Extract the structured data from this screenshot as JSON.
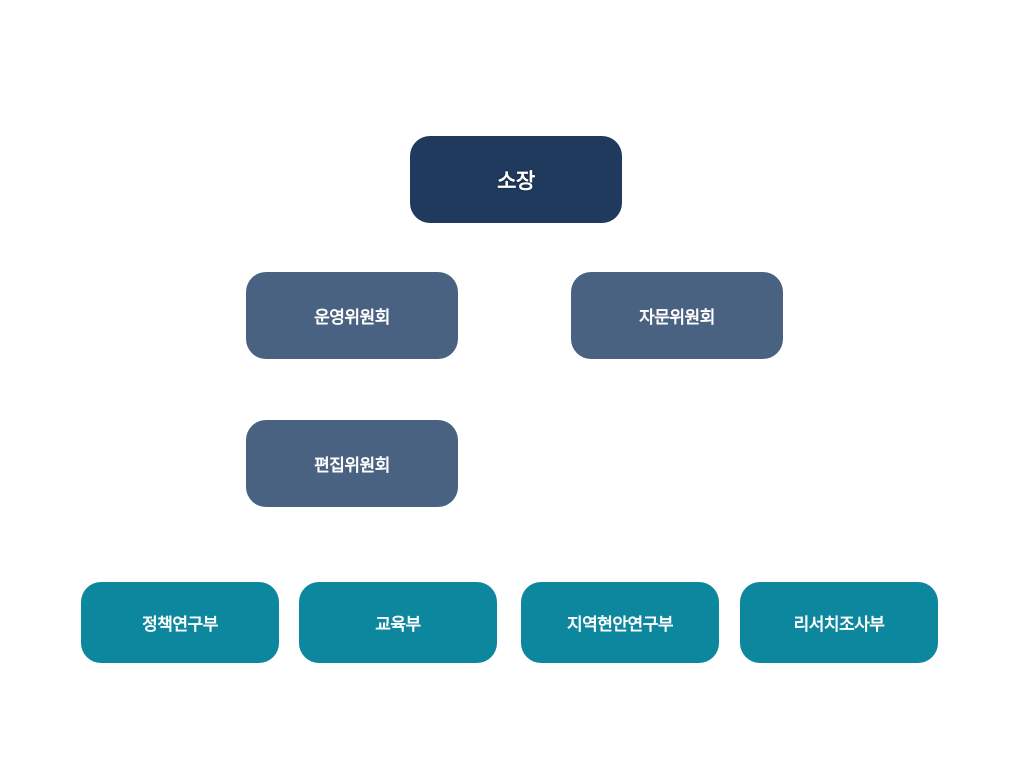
{
  "org_chart": {
    "director": {
      "label": "소장",
      "color": "#203a5e"
    },
    "committees": [
      {
        "label": "운영위원회"
      },
      {
        "label": "자문위원회"
      },
      {
        "label": "편집위원회"
      }
    ],
    "committee_color": "#4a6282",
    "departments": [
      {
        "label": "정책연구부"
      },
      {
        "label": "교육부"
      },
      {
        "label": "지역현안연구부"
      },
      {
        "label": "리서치조사부"
      }
    ],
    "department_color": "#0d879e"
  }
}
